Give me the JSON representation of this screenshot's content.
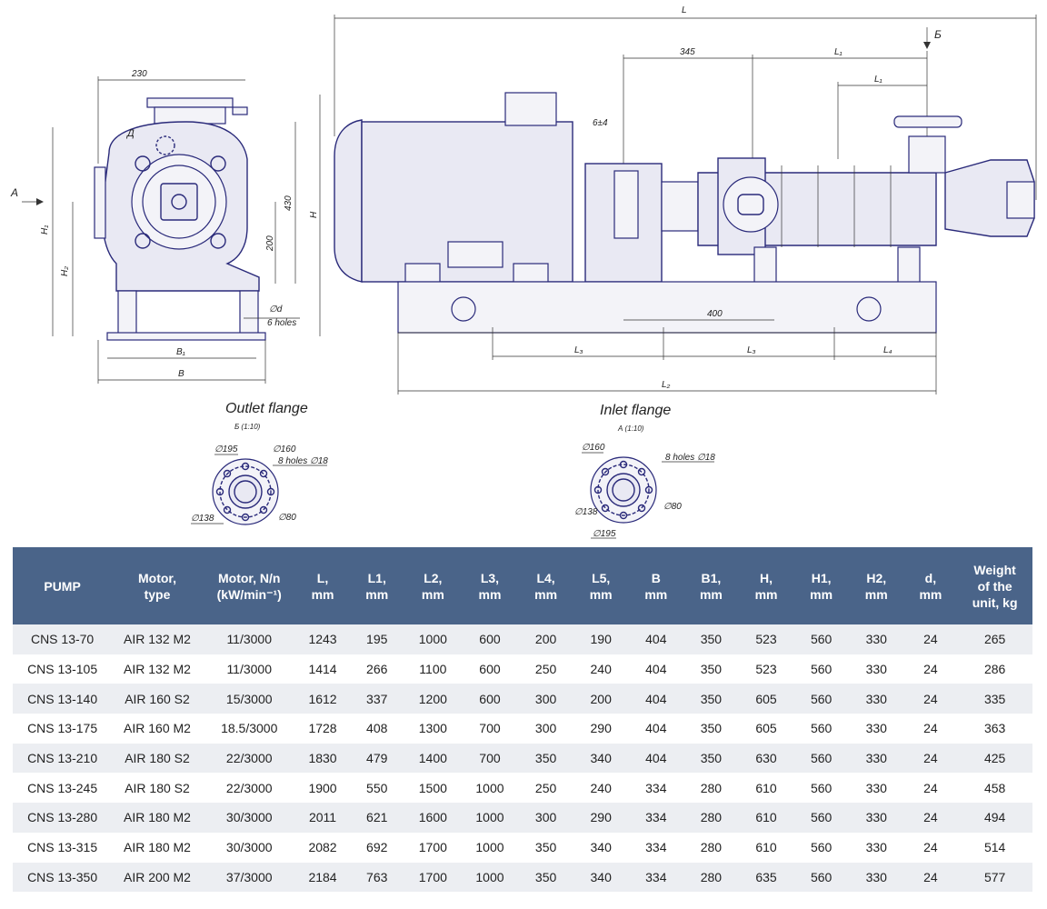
{
  "drawing": {
    "captions": {
      "outlet": "Outlet flange",
      "inlet": "Inlet flange",
      "outlet_view": "Б (1:10)",
      "inlet_view": "А (1:10)"
    },
    "labels": {
      "overall_L": "L",
      "d345": "345",
      "L1a": "L₁",
      "L1b": "L₁",
      "view_b": "Б",
      "view_a": "А",
      "d230": "230",
      "detail": "Д",
      "d430": "430",
      "H": "H",
      "H1": "H₁",
      "H2": "H₂",
      "d200": "200",
      "phi_d": "∅d",
      "six_holes": "6 holes",
      "B1": "B₁",
      "B": "B",
      "gap": "6±4",
      "d400": "400",
      "L3a": "L₃",
      "L3b": "L₃",
      "L4": "L₄",
      "L2": "L₂"
    },
    "outlet_flange": {
      "d195": "∅195",
      "d160": "∅160",
      "holes": "8 holes ∅18",
      "d138": "∅138",
      "d80": "∅80"
    },
    "inlet_flange": {
      "d160": "∅160",
      "holes": "8 holes ∅18",
      "d80": "∅80",
      "d138": "∅138",
      "d195": "∅195"
    }
  },
  "table": {
    "headers": [
      [
        "PUMP"
      ],
      [
        "Motor,",
        "type"
      ],
      [
        "Motor, N/n",
        "(kW/min⁻¹)"
      ],
      [
        "L,",
        "mm"
      ],
      [
        "L1,",
        "mm"
      ],
      [
        "L2,",
        "mm"
      ],
      [
        "L3,",
        "mm"
      ],
      [
        "L4,",
        "mm"
      ],
      [
        "L5,",
        "mm"
      ],
      [
        "B",
        "mm"
      ],
      [
        "B1,",
        "mm"
      ],
      [
        "H,",
        "mm"
      ],
      [
        "H1,",
        "mm"
      ],
      [
        "H2,",
        "mm"
      ],
      [
        "d,",
        "mm"
      ],
      [
        "Weight",
        "of the",
        "unit, kg"
      ]
    ],
    "rows": [
      [
        "CNS 13-70",
        "AIR 132 M2",
        "11/3000",
        "1243",
        "195",
        "1000",
        "600",
        "200",
        "190",
        "404",
        "350",
        "523",
        "560",
        "330",
        "24",
        "265"
      ],
      [
        "CNS 13-105",
        "AIR 132 M2",
        "11/3000",
        "1414",
        "266",
        "1100",
        "600",
        "250",
        "240",
        "404",
        "350",
        "523",
        "560",
        "330",
        "24",
        "286"
      ],
      [
        "CNS 13-140",
        "AIR 160 S2",
        "15/3000",
        "1612",
        "337",
        "1200",
        "600",
        "300",
        "200",
        "404",
        "350",
        "605",
        "560",
        "330",
        "24",
        "335"
      ],
      [
        "CNS 13-175",
        "AIR 160 M2",
        "18.5/3000",
        "1728",
        "408",
        "1300",
        "700",
        "300",
        "290",
        "404",
        "350",
        "605",
        "560",
        "330",
        "24",
        "363"
      ],
      [
        "CNS 13-210",
        "AIR 180 S2",
        "22/3000",
        "1830",
        "479",
        "1400",
        "700",
        "350",
        "340",
        "404",
        "350",
        "630",
        "560",
        "330",
        "24",
        "425"
      ],
      [
        "CNS 13-245",
        "AIR 180 S2",
        "22/3000",
        "1900",
        "550",
        "1500",
        "1000",
        "250",
        "240",
        "334",
        "280",
        "610",
        "560",
        "330",
        "24",
        "458"
      ],
      [
        "CNS 13-280",
        "AIR 180 M2",
        "30/3000",
        "2011",
        "621",
        "1600",
        "1000",
        "300",
        "290",
        "334",
        "280",
        "610",
        "560",
        "330",
        "24",
        "494"
      ],
      [
        "CNS 13-315",
        "AIR 180 M2",
        "30/3000",
        "2082",
        "692",
        "1700",
        "1000",
        "350",
        "340",
        "334",
        "280",
        "610",
        "560",
        "330",
        "24",
        "514"
      ],
      [
        "CNS 13-350",
        "AIR 200 M2",
        "37/3000",
        "2184",
        "763",
        "1700",
        "1000",
        "350",
        "340",
        "334",
        "280",
        "635",
        "560",
        "330",
        "24",
        "577"
      ]
    ]
  }
}
